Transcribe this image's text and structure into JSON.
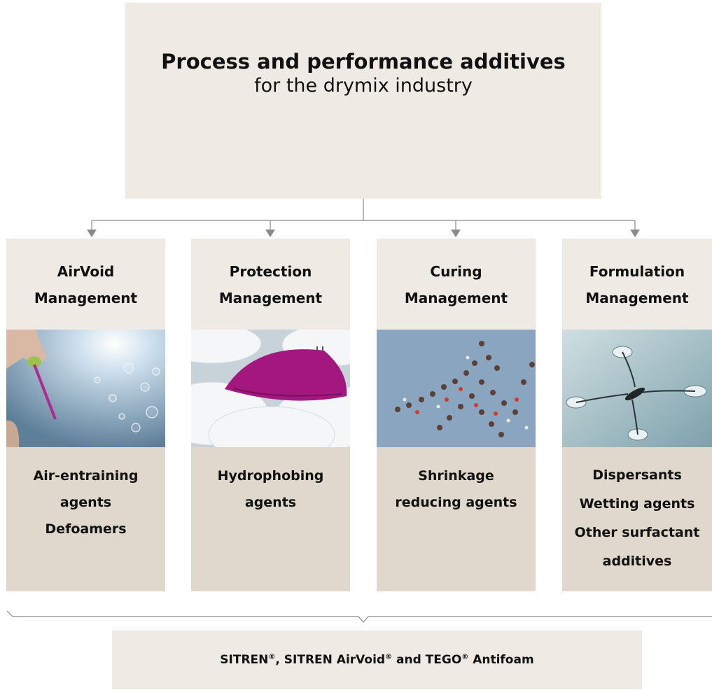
{
  "header": {
    "title": "Process and performance additives",
    "subtitle": "for the drymix industry"
  },
  "columns": [
    {
      "heading": [
        "AirVoid",
        "Management"
      ],
      "image_icon": "bubbles-icon",
      "items": [
        "Air-entraining",
        "agents",
        "Defoamers"
      ]
    },
    {
      "heading": [
        "Protection",
        "Management"
      ],
      "image_icon": "umbrella-icon",
      "items": [
        "Hydrophobing",
        "agents"
      ]
    },
    {
      "heading": [
        "Curing",
        "Management"
      ],
      "image_icon": "skydivers-icon",
      "items": [
        "Shrinkage",
        "reducing agents"
      ]
    },
    {
      "heading": [
        "Formulation",
        "Management"
      ],
      "image_icon": "water-strider-icon",
      "items": [
        "Dispersants",
        "Wetting agents",
        "Other surfactant",
        "additives"
      ]
    }
  ],
  "footer": {
    "part1": "SITREN",
    "reg1": "®",
    "part2": ", SITREN AirVoid",
    "reg2": "®",
    "part3": " and TEGO",
    "reg3": "®",
    "part4": " Antifoam"
  },
  "colors": {
    "light_box": "#efebe4",
    "dark_box": "#e0d8cc",
    "line": "#888888"
  }
}
